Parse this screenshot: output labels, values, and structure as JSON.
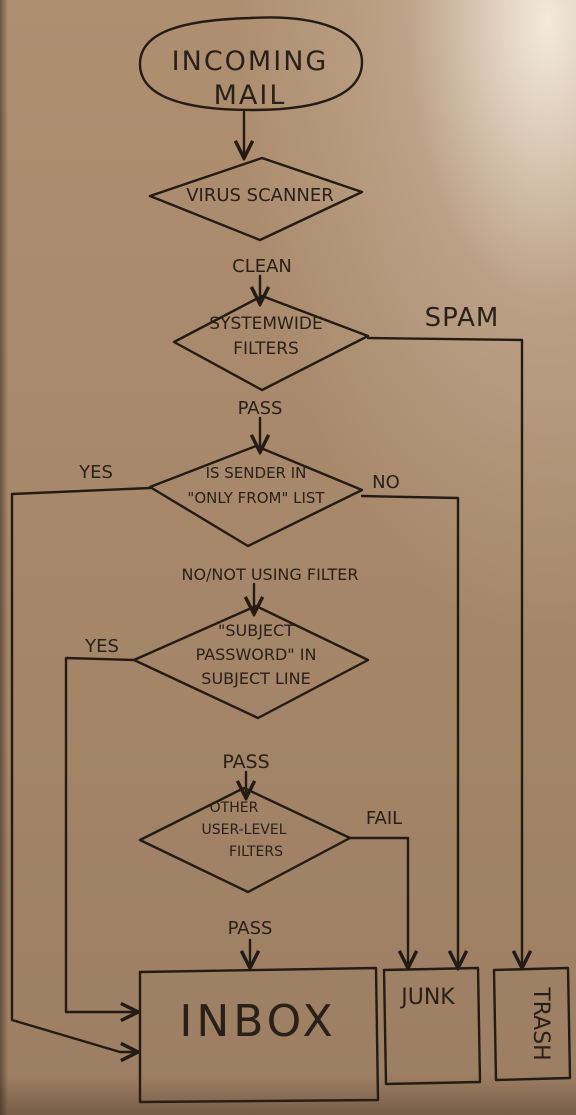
{
  "diagram": {
    "start": {
      "line1": "INCOMING",
      "line2": "MAIL"
    },
    "virus_scanner": "VIRUS SCANNER",
    "clean_label": "CLEAN",
    "systemwide": {
      "line1": "SYSTEMWIDE",
      "line2": "FILTERS"
    },
    "spam_label": "SPAM",
    "pass_label_1": "PASS",
    "sender_check": {
      "line1": "IS SENDER IN",
      "line2": "\"ONLY FROM\" LIST"
    },
    "yes_label_1": "YES",
    "no_label": "NO",
    "no_not_using_label": "NO/NOT USING FILTER",
    "subject_check": {
      "line1": "\"SUBJECT",
      "line2": "PASSWORD\" IN",
      "line3": "SUBJECT LINE"
    },
    "yes_label_2": "YES",
    "pass_label_2": "PASS",
    "other_filters": {
      "line1": "OTHER",
      "line2": "USER-LEVEL",
      "line3": "FILTERS"
    },
    "fail_label": "FAIL",
    "pass_label_3": "PASS",
    "inbox": "INBOX",
    "junk": "JUNK",
    "trash": "TRASH"
  },
  "colors": {
    "paper": "#a8896a",
    "ink": "#241b15"
  }
}
